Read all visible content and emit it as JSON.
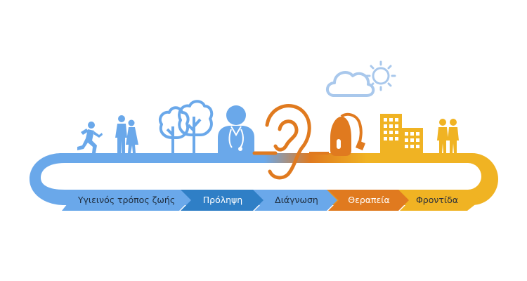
{
  "stages": [
    {
      "label": "Υγιεινός τρόπος ζωής",
      "color": "#6aa8ea"
    },
    {
      "label": "Πρόληψη",
      "color": "#2f7fc6"
    },
    {
      "label": "Διάγνωση",
      "color": "#6aa8ea"
    },
    {
      "label": "Θεραπεία",
      "color": "#e07a1f"
    },
    {
      "label": "Φροντίδα",
      "color": "#f0b323"
    }
  ],
  "icons": [
    "runner-icon",
    "couple-walking-icon",
    "trees-icon",
    "doctor-icon",
    "ear-icon",
    "hearing-aid-icon",
    "cloud-icon",
    "sun-icon",
    "buildings-icon",
    "couple-standing-icon"
  ],
  "colors": {
    "light_blue": "#6aa8ea",
    "dark_blue": "#2f7fc6",
    "orange": "#e07a1f",
    "yellow": "#f0b323",
    "pale_blue": "#a9c8ec"
  }
}
